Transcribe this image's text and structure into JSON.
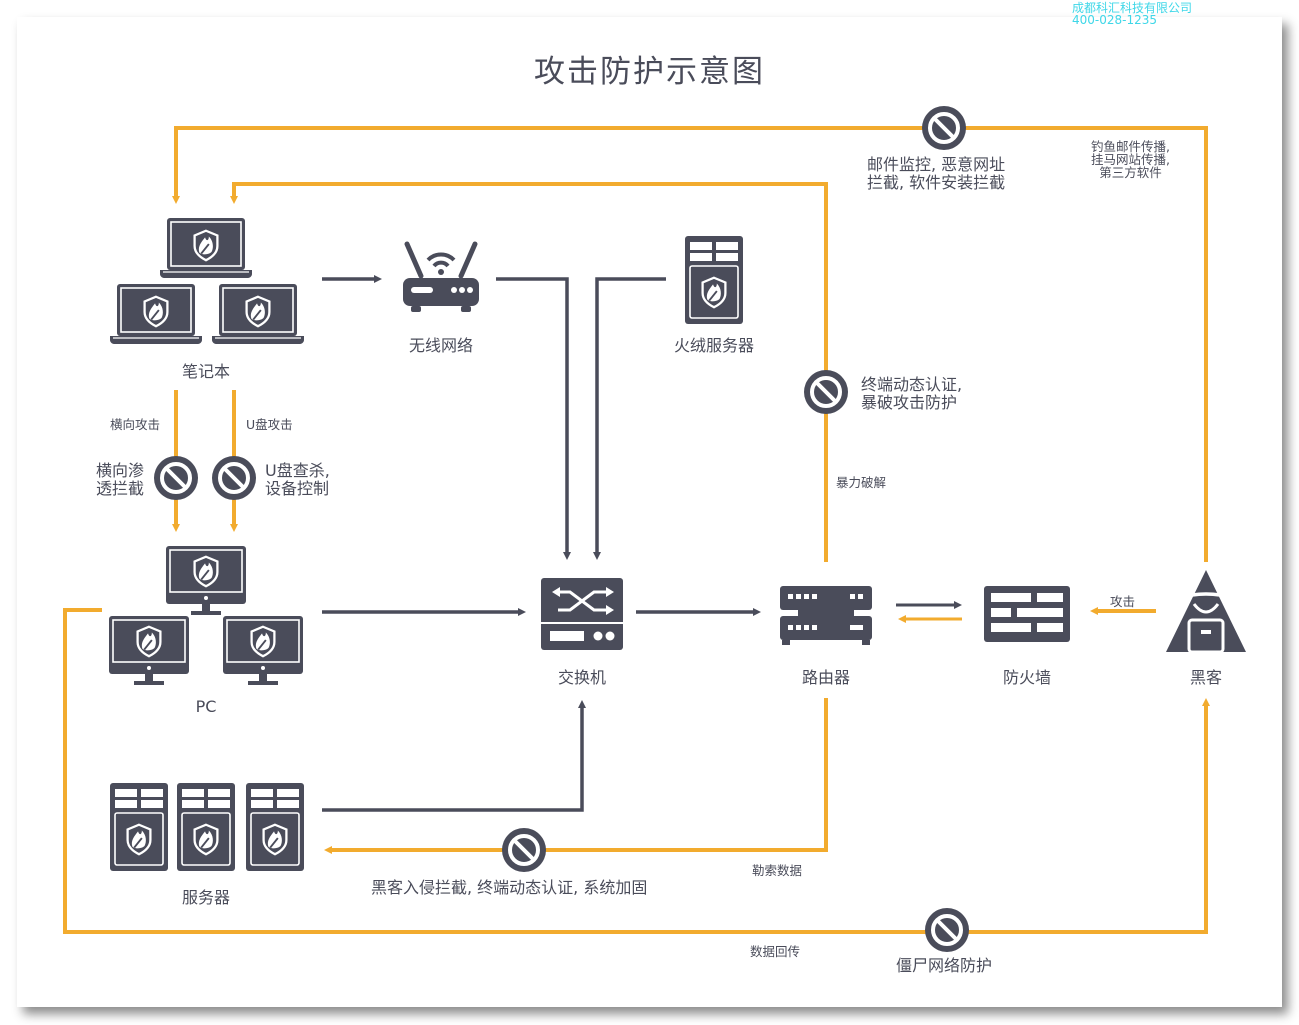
{
  "watermark": {
    "company": "成都科汇科技有限公司",
    "phone": "400-028-1235"
  },
  "title": "攻击防护示意图",
  "colors": {
    "attack_line": "#f2ab2e",
    "network_line": "#4a4c5a",
    "icon": "#4a4c5a",
    "watermark": "#3fd7e8"
  },
  "nodes": {
    "laptop": "笔记本",
    "wireless": "无线网络",
    "lair_server": "火绒服务器",
    "pc": "PC",
    "switch": "交换机",
    "router": "路由器",
    "firewall": "防火墙",
    "hacker": "黑客",
    "server": "服务器"
  },
  "attacks": {
    "phishing": "钓鱼邮件传播,\n挂马网站传播,\n第三方软件",
    "lateral": "横向攻击",
    "usb": "U盘攻击",
    "brute_force": "暴力破解",
    "ransom": "勒索数据",
    "data_return": "数据回传",
    "attack": "攻击"
  },
  "defenses": {
    "mail": "邮件监控, 恶意网址\n拦截, 软件安装拦截",
    "lateral": "横向渗\n透拦截",
    "usb": "U盘查杀,\n设备控制",
    "endpoint": "终端动态认证,\n暴破攻击防护",
    "intrusion": "黑客入侵拦截, 终端动态认证, 系统加固",
    "botnet": "僵尸网络防护"
  },
  "icons": {
    "block": "prohibited-icon",
    "laptop": "laptop-shield-icon",
    "pc": "monitor-shield-icon",
    "router_wifi": "wifi-router-icon",
    "server": "server-shield-icon",
    "switch": "network-switch-icon",
    "router": "router-icon",
    "firewall": "firewall-brick-icon",
    "hacker": "hacker-icon"
  }
}
